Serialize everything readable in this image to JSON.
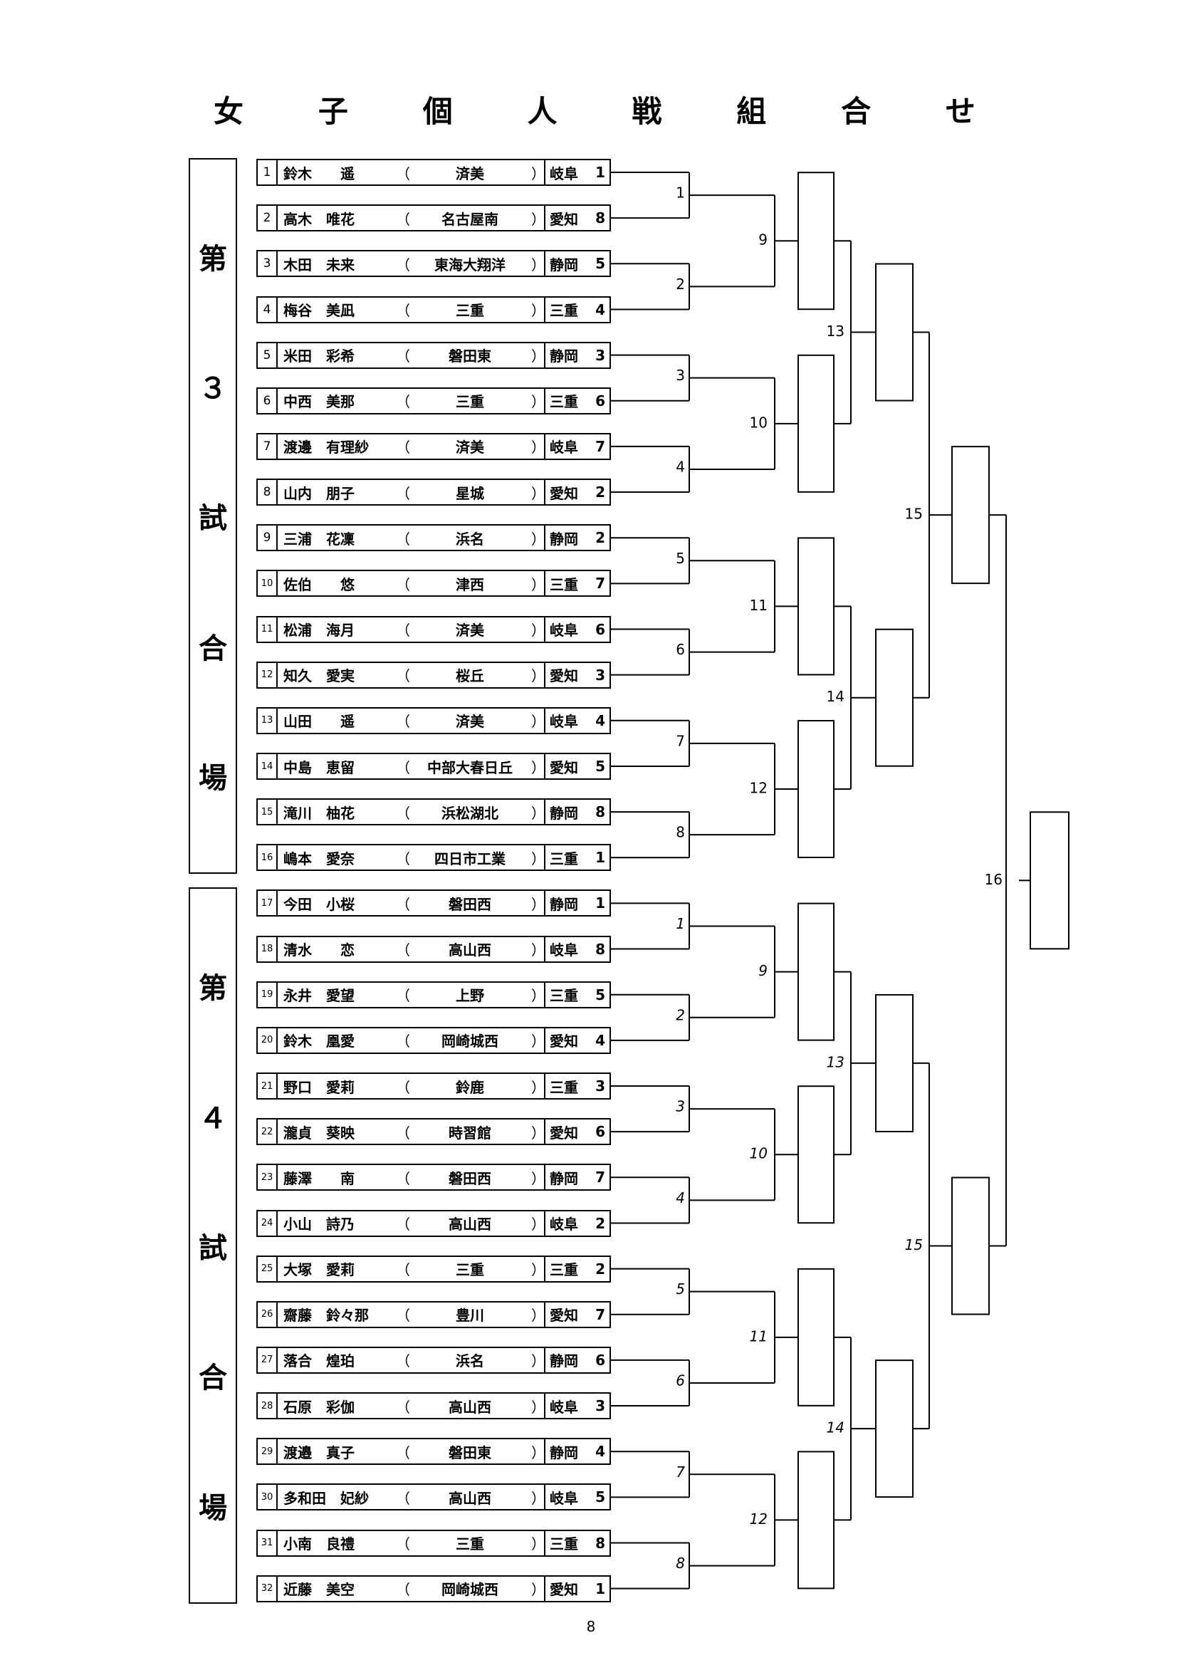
{
  "title_chars": [
    "女",
    "子",
    "個",
    "人",
    "戦",
    "組",
    "合",
    "せ"
  ],
  "venues": [
    {
      "chars": [
        "第",
        "３",
        "試",
        "合",
        "場"
      ]
    },
    {
      "chars": [
        "第",
        "４",
        "試",
        "合",
        "場"
      ]
    }
  ],
  "entries": [
    {
      "no": "1",
      "name": "鈴木　　遥",
      "school": "済美",
      "pref": "岐阜",
      "seed": "1"
    },
    {
      "no": "2",
      "name": "高木　唯花",
      "school": "名古屋南",
      "pref": "愛知",
      "seed": "8"
    },
    {
      "no": "3",
      "name": "木田　未来",
      "school": "東海大翔洋",
      "pref": "静岡",
      "seed": "5"
    },
    {
      "no": "4",
      "name": "梅谷　美凪",
      "school": "三重",
      "pref": "三重",
      "seed": "4"
    },
    {
      "no": "5",
      "name": "米田　彩希",
      "school": "磐田東",
      "pref": "静岡",
      "seed": "3"
    },
    {
      "no": "6",
      "name": "中西　美那",
      "school": "三重",
      "pref": "三重",
      "seed": "6"
    },
    {
      "no": "7",
      "name": "渡邊　有理紗",
      "school": "済美",
      "pref": "岐阜",
      "seed": "7"
    },
    {
      "no": "8",
      "name": "山内　朋子",
      "school": "星城",
      "pref": "愛知",
      "seed": "2"
    },
    {
      "no": "9",
      "name": "三浦　花凜",
      "school": "浜名",
      "pref": "静岡",
      "seed": "2"
    },
    {
      "no": "10",
      "name": "佐伯　　悠",
      "school": "津西",
      "pref": "三重",
      "seed": "7"
    },
    {
      "no": "11",
      "name": "松浦　海月",
      "school": "済美",
      "pref": "岐阜",
      "seed": "6"
    },
    {
      "no": "12",
      "name": "知久　愛実",
      "school": "桜丘",
      "pref": "愛知",
      "seed": "3"
    },
    {
      "no": "13",
      "name": "山田　　遥",
      "school": "済美",
      "pref": "岐阜",
      "seed": "4"
    },
    {
      "no": "14",
      "name": "中島　恵留",
      "school": "中部大春日丘",
      "pref": "愛知",
      "seed": "5"
    },
    {
      "no": "15",
      "name": "滝川　柚花",
      "school": "浜松湖北",
      "pref": "静岡",
      "seed": "8"
    },
    {
      "no": "16",
      "name": "嶋本　愛奈",
      "school": "四日市工業",
      "pref": "三重",
      "seed": "1"
    },
    {
      "no": "17",
      "name": "今田　小桜",
      "school": "磐田西",
      "pref": "静岡",
      "seed": "1"
    },
    {
      "no": "18",
      "name": "清水　　恋",
      "school": "高山西",
      "pref": "岐阜",
      "seed": "8"
    },
    {
      "no": "19",
      "name": "永井　愛望",
      "school": "上野",
      "pref": "三重",
      "seed": "5"
    },
    {
      "no": "20",
      "name": "鈴木　凰愛",
      "school": "岡崎城西",
      "pref": "愛知",
      "seed": "4"
    },
    {
      "no": "21",
      "name": "野口　愛莉",
      "school": "鈴鹿",
      "pref": "三重",
      "seed": "3"
    },
    {
      "no": "22",
      "name": "瀧貞　葵映",
      "school": "時習館",
      "pref": "愛知",
      "seed": "6"
    },
    {
      "no": "23",
      "name": "藤澤　　南",
      "school": "磐田西",
      "pref": "静岡",
      "seed": "7"
    },
    {
      "no": "24",
      "name": "小山　詩乃",
      "school": "高山西",
      "pref": "岐阜",
      "seed": "2"
    },
    {
      "no": "25",
      "name": "大塚　愛莉",
      "school": "三重",
      "pref": "三重",
      "seed": "2"
    },
    {
      "no": "26",
      "name": "齋藤　鈴々那",
      "school": "豊川",
      "pref": "愛知",
      "seed": "7"
    },
    {
      "no": "27",
      "name": "落合　煌珀",
      "school": "浜名",
      "pref": "静岡",
      "seed": "6"
    },
    {
      "no": "28",
      "name": "石原　彩伽",
      "school": "高山西",
      "pref": "岐阜",
      "seed": "3"
    },
    {
      "no": "29",
      "name": "渡邉　真子",
      "school": "磐田東",
      "pref": "静岡",
      "seed": "4"
    },
    {
      "no": "30",
      "name": "多和田　妃紗",
      "school": "高山西",
      "pref": "岐阜",
      "seed": "5"
    },
    {
      "no": "31",
      "name": "小南　良禮",
      "school": "三重",
      "pref": "三重",
      "seed": "8"
    },
    {
      "no": "32",
      "name": "近藤　美空",
      "school": "岡崎城西",
      "pref": "愛知",
      "seed": "1"
    }
  ],
  "paren_open": "（",
  "paren_close": "）",
  "match_labels": {
    "r1": [
      "1",
      "2",
      "3",
      "4",
      "5",
      "6",
      "7",
      "8"
    ],
    "r2": [
      "9",
      "10",
      "11",
      "12"
    ],
    "r3": [
      "13",
      "14"
    ],
    "r4": "15",
    "final": "16"
  },
  "page_number": "8"
}
